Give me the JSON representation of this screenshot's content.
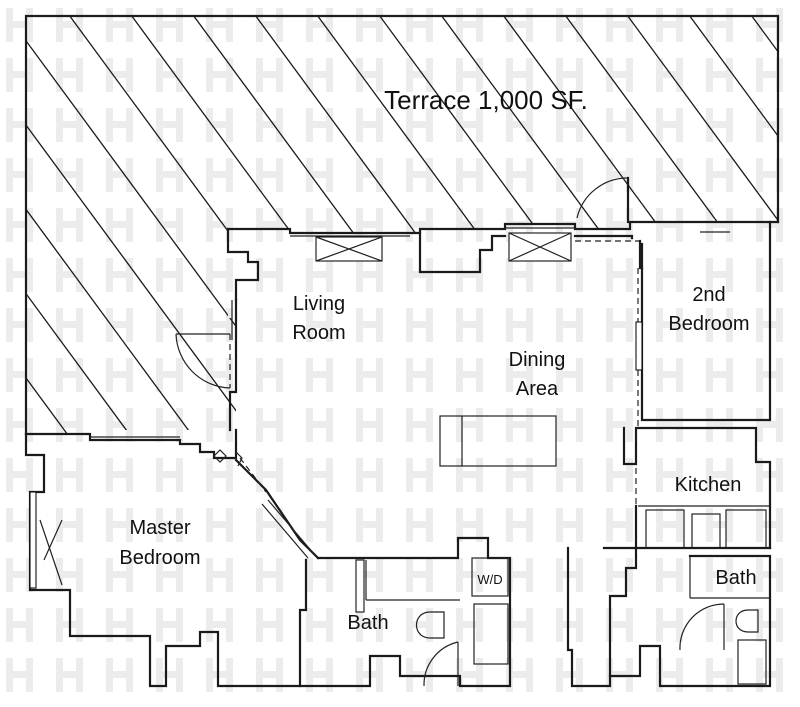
{
  "floorplan": {
    "terrace_label": "Terrace  1,000 SF.",
    "rooms": {
      "living_room": [
        "Living",
        "Room"
      ],
      "dining_area": [
        "Dining",
        "Area"
      ],
      "second_bedroom": [
        "2nd",
        "Bedroom"
      ],
      "kitchen": "Kitchen",
      "master_bedroom": [
        "Master",
        "Bedroom"
      ],
      "bath_main": "Bath",
      "bath_second": "Bath",
      "washer_dryer": "W/D"
    }
  }
}
